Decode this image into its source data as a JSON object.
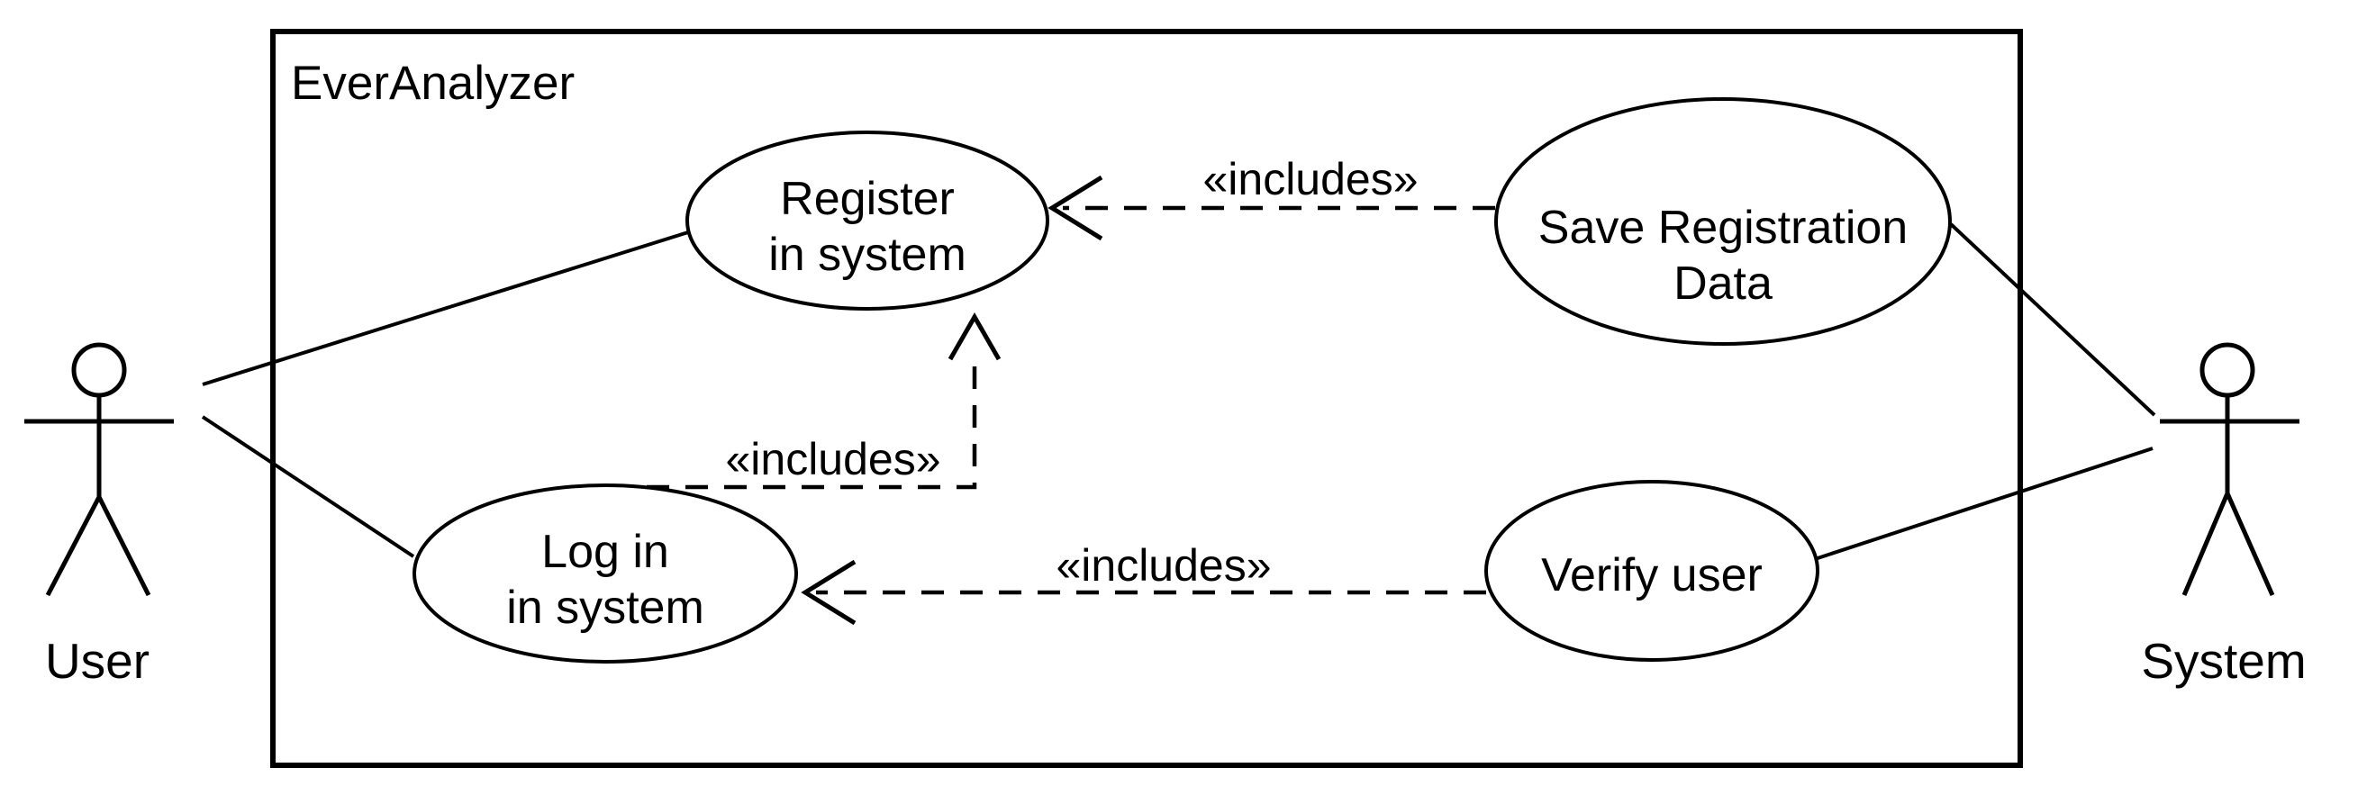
{
  "diagram": {
    "type": "UML use case diagram",
    "background_color": "#ffffff",
    "stroke_color": "#000000",
    "system_boundary": {
      "label": "EverAnalyzer"
    },
    "actors": [
      {
        "id": "user",
        "label": "User"
      },
      {
        "id": "system",
        "label": "System"
      }
    ],
    "use_cases": [
      {
        "id": "register",
        "label": "Register in system",
        "lines": [
          "Register",
          "in system"
        ]
      },
      {
        "id": "save-registration-data",
        "label": "Save Registration Data",
        "lines": [
          "Save Registration",
          "Data"
        ]
      },
      {
        "id": "log-in",
        "label": "Log in in system",
        "lines": [
          "Log in",
          "in system"
        ]
      },
      {
        "id": "verify-user",
        "label": "Verify user",
        "lines": [
          "Verify user"
        ]
      }
    ],
    "associations": [
      {
        "from": "user",
        "to": "register"
      },
      {
        "from": "user",
        "to": "log-in"
      },
      {
        "from": "system",
        "to": "save-registration-data"
      },
      {
        "from": "system",
        "to": "verify-user"
      }
    ],
    "includes": [
      {
        "from": "save-registration-data",
        "to": "register",
        "label": "«includes»"
      },
      {
        "from": "verify-user",
        "to": "log-in",
        "label": "«includes»"
      },
      {
        "from": "log-in",
        "to": "register",
        "label": "«includes»"
      }
    ]
  }
}
